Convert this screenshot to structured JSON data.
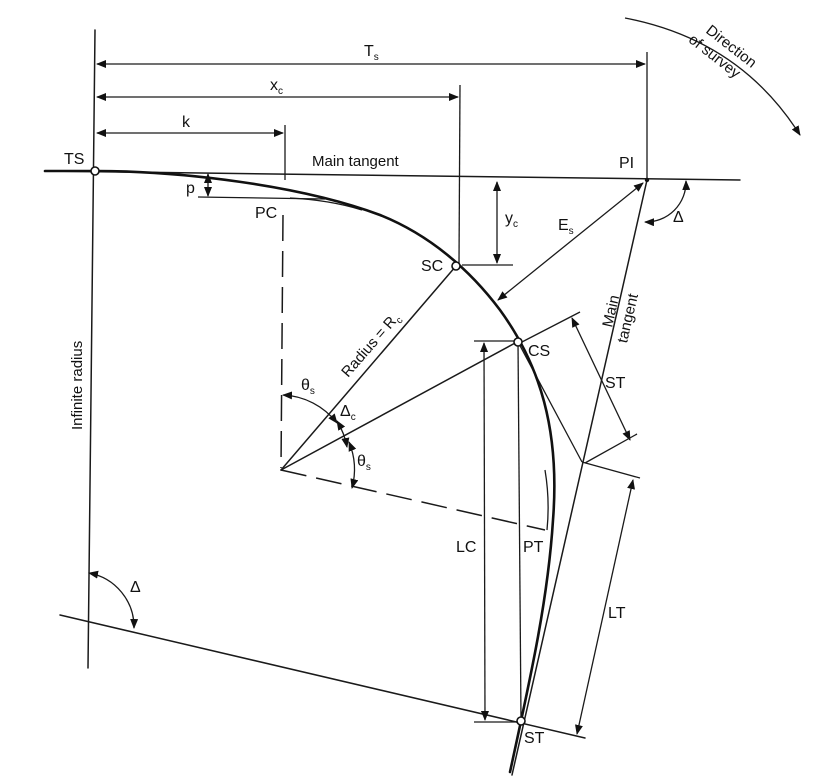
{
  "labels": {
    "ts_dim": "T",
    "ts_dim_sub": "s",
    "xc_dim": "x",
    "xc_dim_sub": "c",
    "k_dim": "k",
    "ts_point": "TS",
    "main_tangent_top": "Main tangent",
    "pi_point": "PI",
    "direction_line1": "Direction",
    "direction_line2": "of survey",
    "p_dim": "p",
    "pc_point": "PC",
    "yc_dim": "y",
    "yc_dim_sub": "c",
    "es_dim": "E",
    "es_dim_sub": "s",
    "delta_top": "Δ",
    "sc_point": "SC",
    "main_tangent_right_1": "Main",
    "main_tangent_right_2": "tangent",
    "radius_label": "Radius = R",
    "radius_label_sub": "c",
    "infinite_radius": "Infinite radius",
    "cs_point": "CS",
    "st_dim": "ST",
    "theta_s_1": "θ",
    "theta_s_1_sub": "s",
    "delta_c": "Δ",
    "delta_c_sub": "c",
    "theta_s_2": "θ",
    "theta_s_2_sub": "s",
    "lc_dim": "LC",
    "pt_point": "PT",
    "delta_bottom": "Δ",
    "lt_dim": "LT",
    "st_point": "ST"
  }
}
